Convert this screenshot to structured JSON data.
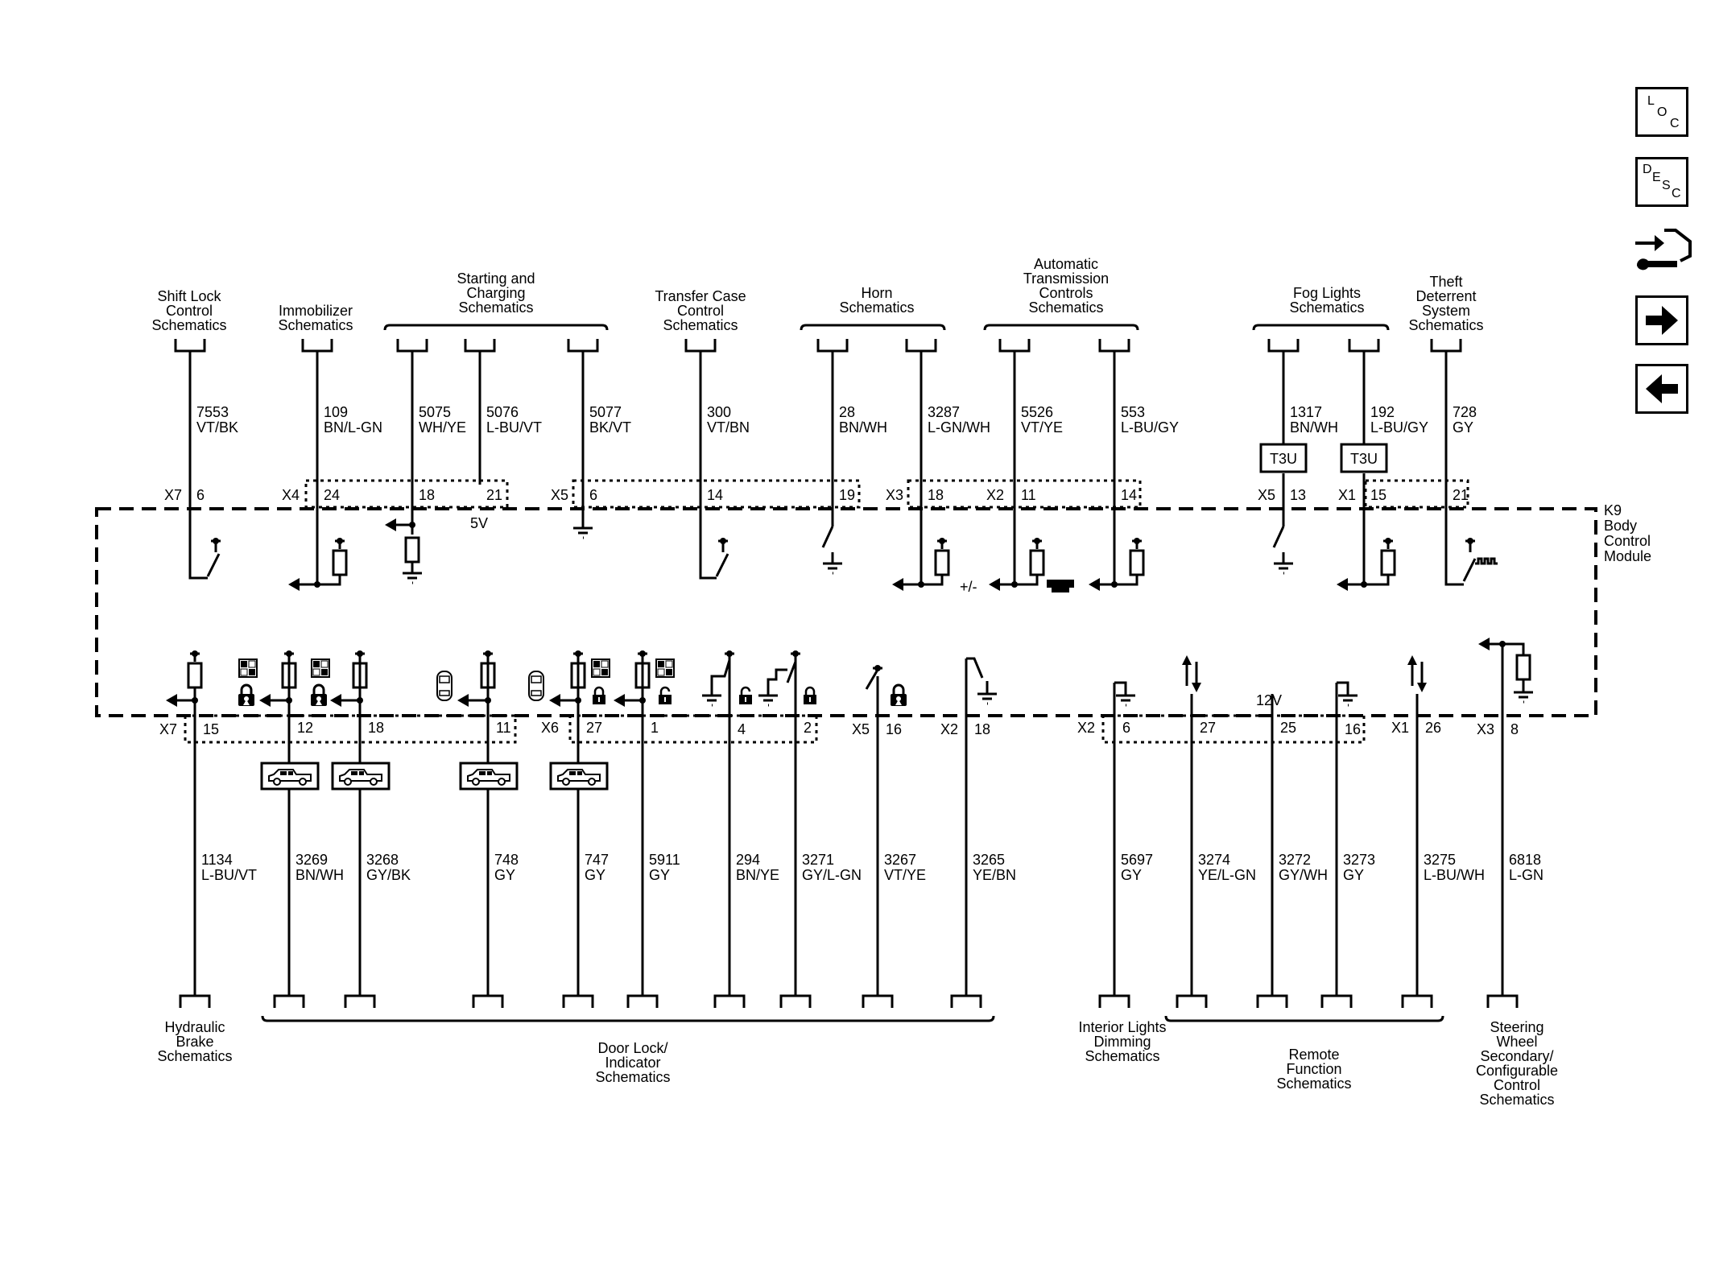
{
  "nav": {
    "loc_letters": [
      "L",
      "O",
      "C"
    ],
    "desc_letters": [
      "D",
      "E",
      "S",
      "C"
    ]
  },
  "module": {
    "name_lines": [
      "K9",
      "Body",
      "Control",
      "Module"
    ]
  },
  "top": {
    "schematics": [
      {
        "lines": [
          "Shift Lock",
          "Control",
          "Schematics"
        ]
      },
      {
        "lines": [
          "Immobilizer",
          "Schematics"
        ]
      },
      {
        "lines": [
          "Starting and",
          "Charging",
          "Schematics"
        ]
      },
      {
        "lines": [
          "Transfer Case",
          "Control",
          "Schematics"
        ]
      },
      {
        "lines": [
          "Horn",
          "Schematics"
        ]
      },
      {
        "lines": [
          "Automatic",
          "Transmission",
          "Controls",
          "Schematics"
        ]
      },
      {
        "lines": [
          "Fog Lights",
          "Schematics"
        ]
      },
      {
        "lines": [
          "Theft",
          "Deterrent",
          "System",
          "Schematics"
        ]
      }
    ],
    "wires": [
      {
        "circuit": "7553",
        "color": "VT/BK",
        "pin": "6"
      },
      {
        "circuit": "109",
        "color": "BN/L-GN",
        "pin": "24"
      },
      {
        "circuit": "5075",
        "color": "WH/YE",
        "pin": "18"
      },
      {
        "circuit": "5076",
        "color": "L-BU/VT",
        "pin": "21"
      },
      {
        "circuit": "5077",
        "color": "BK/VT",
        "pin": "6"
      },
      {
        "circuit": "300",
        "color": "VT/BN",
        "pin": "14"
      },
      {
        "circuit": "28",
        "color": "BN/WH",
        "pin": "19"
      },
      {
        "circuit": "3287",
        "color": "L-GN/WH",
        "pin": "18"
      },
      {
        "circuit": "5526",
        "color": "VT/YE",
        "pin": "11"
      },
      {
        "circuit": "553",
        "color": "L-BU/GY",
        "pin": "14"
      },
      {
        "circuit": "1317",
        "color": "BN/WH",
        "pin": "13"
      },
      {
        "circuit": "192",
        "color": "L-BU/GY",
        "pin": "15"
      },
      {
        "circuit": "728",
        "color": "GY",
        "pin": "21"
      }
    ],
    "connectors": [
      "X7",
      "X4",
      "X5",
      "X3",
      "X2",
      "X5",
      "X1"
    ],
    "t3u": [
      "T3U",
      "T3U"
    ],
    "v5": "5V",
    "plusminus": "+/-"
  },
  "bottom": {
    "wires": [
      {
        "circuit": "1134",
        "color": "L-BU/VT",
        "pin": "15"
      },
      {
        "circuit": "3269",
        "color": "BN/WH",
        "pin": "12"
      },
      {
        "circuit": "3268",
        "color": "GY/BK",
        "pin": "18"
      },
      {
        "circuit": "748",
        "color": "GY",
        "pin": "11"
      },
      {
        "circuit": "747",
        "color": "GY",
        "pin": "27"
      },
      {
        "circuit": "5911",
        "color": "GY",
        "pin": "1"
      },
      {
        "circuit": "294",
        "color": "BN/YE",
        "pin": "4"
      },
      {
        "circuit": "3271",
        "color": "GY/L-GN",
        "pin": "2"
      },
      {
        "circuit": "3267",
        "color": "VT/YE",
        "pin": "16"
      },
      {
        "circuit": "3265",
        "color": "YE/BN",
        "pin": "18"
      },
      {
        "circuit": "5697",
        "color": "GY",
        "pin": "6"
      },
      {
        "circuit": "3274",
        "color": "YE/L-GN",
        "pin": "27"
      },
      {
        "circuit": "3272",
        "color": "GY/WH",
        "pin": "25"
      },
      {
        "circuit": "3273",
        "color": "GY",
        "pin": "16"
      },
      {
        "circuit": "3275",
        "color": "L-BU/WH",
        "pin": "26"
      },
      {
        "circuit": "6818",
        "color": "L-GN",
        "pin": "8"
      }
    ],
    "connectors": [
      "X7",
      "X6",
      "X5",
      "X2",
      "X2",
      "X1",
      "X3"
    ],
    "v12": "12V",
    "schematics": [
      {
        "lines": [
          "Hydraulic",
          "Brake",
          "Schematics"
        ]
      },
      {
        "lines": [
          "Door Lock/",
          "Indicator",
          "Schematics"
        ]
      },
      {
        "lines": [
          "Interior Lights",
          "Dimming",
          "Schematics"
        ]
      },
      {
        "lines": [
          "Remote",
          "Function",
          "Schematics"
        ]
      },
      {
        "lines": [
          "Steering",
          "Wheel",
          "Secondary/",
          "Configurable",
          "Control",
          "Schematics"
        ]
      }
    ]
  }
}
